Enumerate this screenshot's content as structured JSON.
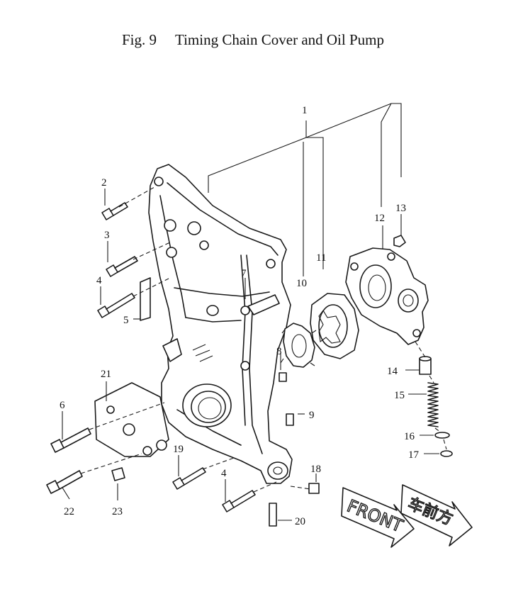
{
  "figure": {
    "number": "Fig. 9",
    "title": "Timing Chain Cover and Oil Pump"
  },
  "callouts": {
    "c1": "1",
    "c2": "2",
    "c3": "3",
    "c4a": "4",
    "c4b": "4",
    "c5": "5",
    "c6": "6",
    "c7": "7",
    "c8": "8",
    "c9": "9",
    "c10": "10",
    "c11": "11",
    "c12": "12",
    "c13": "13",
    "c14": "14",
    "c15": "15",
    "c16": "16",
    "c17": "17",
    "c18": "18",
    "c19": "19",
    "c20": "20",
    "c21": "21",
    "c22": "22",
    "c23": "23"
  },
  "direction_arrows": {
    "english": "FRONT",
    "chinese": "车前方"
  }
}
